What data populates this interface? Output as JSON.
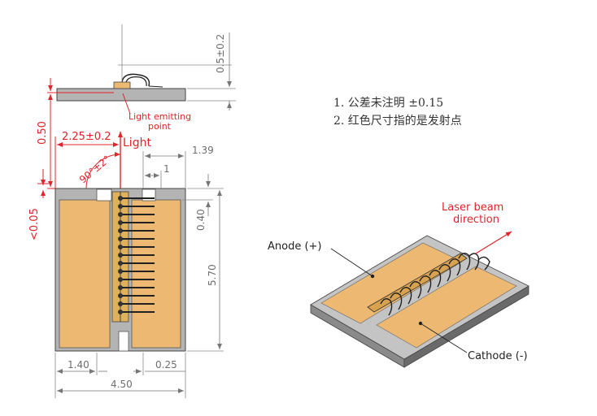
{
  "notes": {
    "line1": "1. 公差未注明  ±0.15",
    "line2": "2. 红色尺寸指的是发射点"
  },
  "side_view": {
    "emit_label_1": "Light emitting",
    "emit_label_2": "point",
    "dim_thickness": "0.5±0.2"
  },
  "red_dims": {
    "height": "0.50",
    "offset_x": "2.25±0.2",
    "light": "Light",
    "angle": "90°±2°",
    "edge": "<0.05"
  },
  "top_view": {
    "dim_139": "1.39",
    "dim_1": "1",
    "dim_040": "0.40",
    "dim_570": "5.70",
    "dim_140": "1.40",
    "dim_025": "0.25",
    "dim_450": "4.50"
  },
  "iso_view": {
    "anode": "Anode (+)",
    "cathode": "Cathode (-)",
    "laser_1": "Laser beam",
    "laser_2": "direction"
  },
  "colors": {
    "gold": "#ecb872",
    "ceramic": "#b4b4b4",
    "red": "#e0242a"
  }
}
